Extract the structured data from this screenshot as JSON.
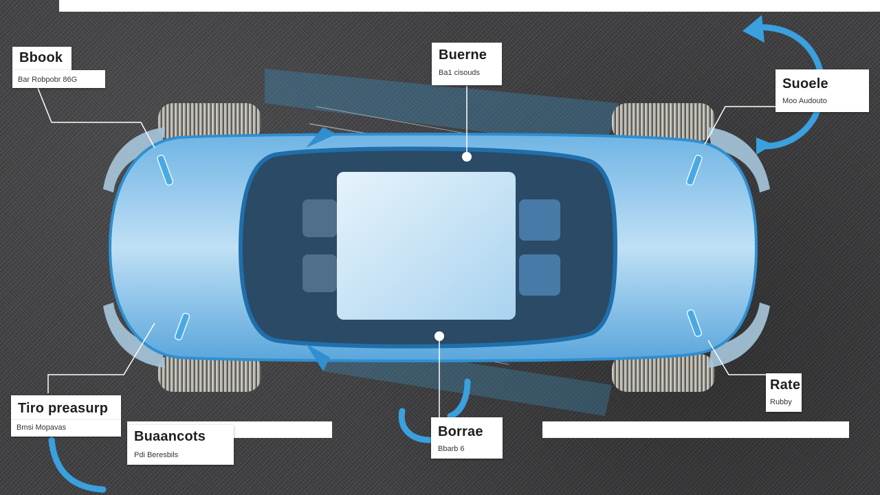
{
  "callouts": {
    "top_left": {
      "title": "Bbook",
      "sub": "Bar Robpobr 86G"
    },
    "top_center": {
      "title": "Buerne",
      "sub": "Ba1 cisouds"
    },
    "top_right": {
      "title": "Suoele",
      "sub": "Moo Audouto"
    },
    "bottom_left": {
      "title": "Tiro preasurp",
      "sub": "Bmsi Mopavas"
    },
    "bottom_left2": {
      "title": "Buaancots",
      "sub": "Pdi Beresbils"
    },
    "bottom_center": {
      "title": "Borrae",
      "sub": "Bbarb 6"
    },
    "bottom_right": {
      "title": "Rate",
      "sub": "Rubby"
    }
  },
  "colors": {
    "background": "#3f3f41",
    "car_body": "#8ec6ea",
    "car_accent": "#2f8fd0",
    "arrow": "#3aa0de",
    "leader": "#ffffff"
  },
  "icons": [
    "rotate-arrow-icon",
    "tire-icon",
    "sensor-icon"
  ]
}
